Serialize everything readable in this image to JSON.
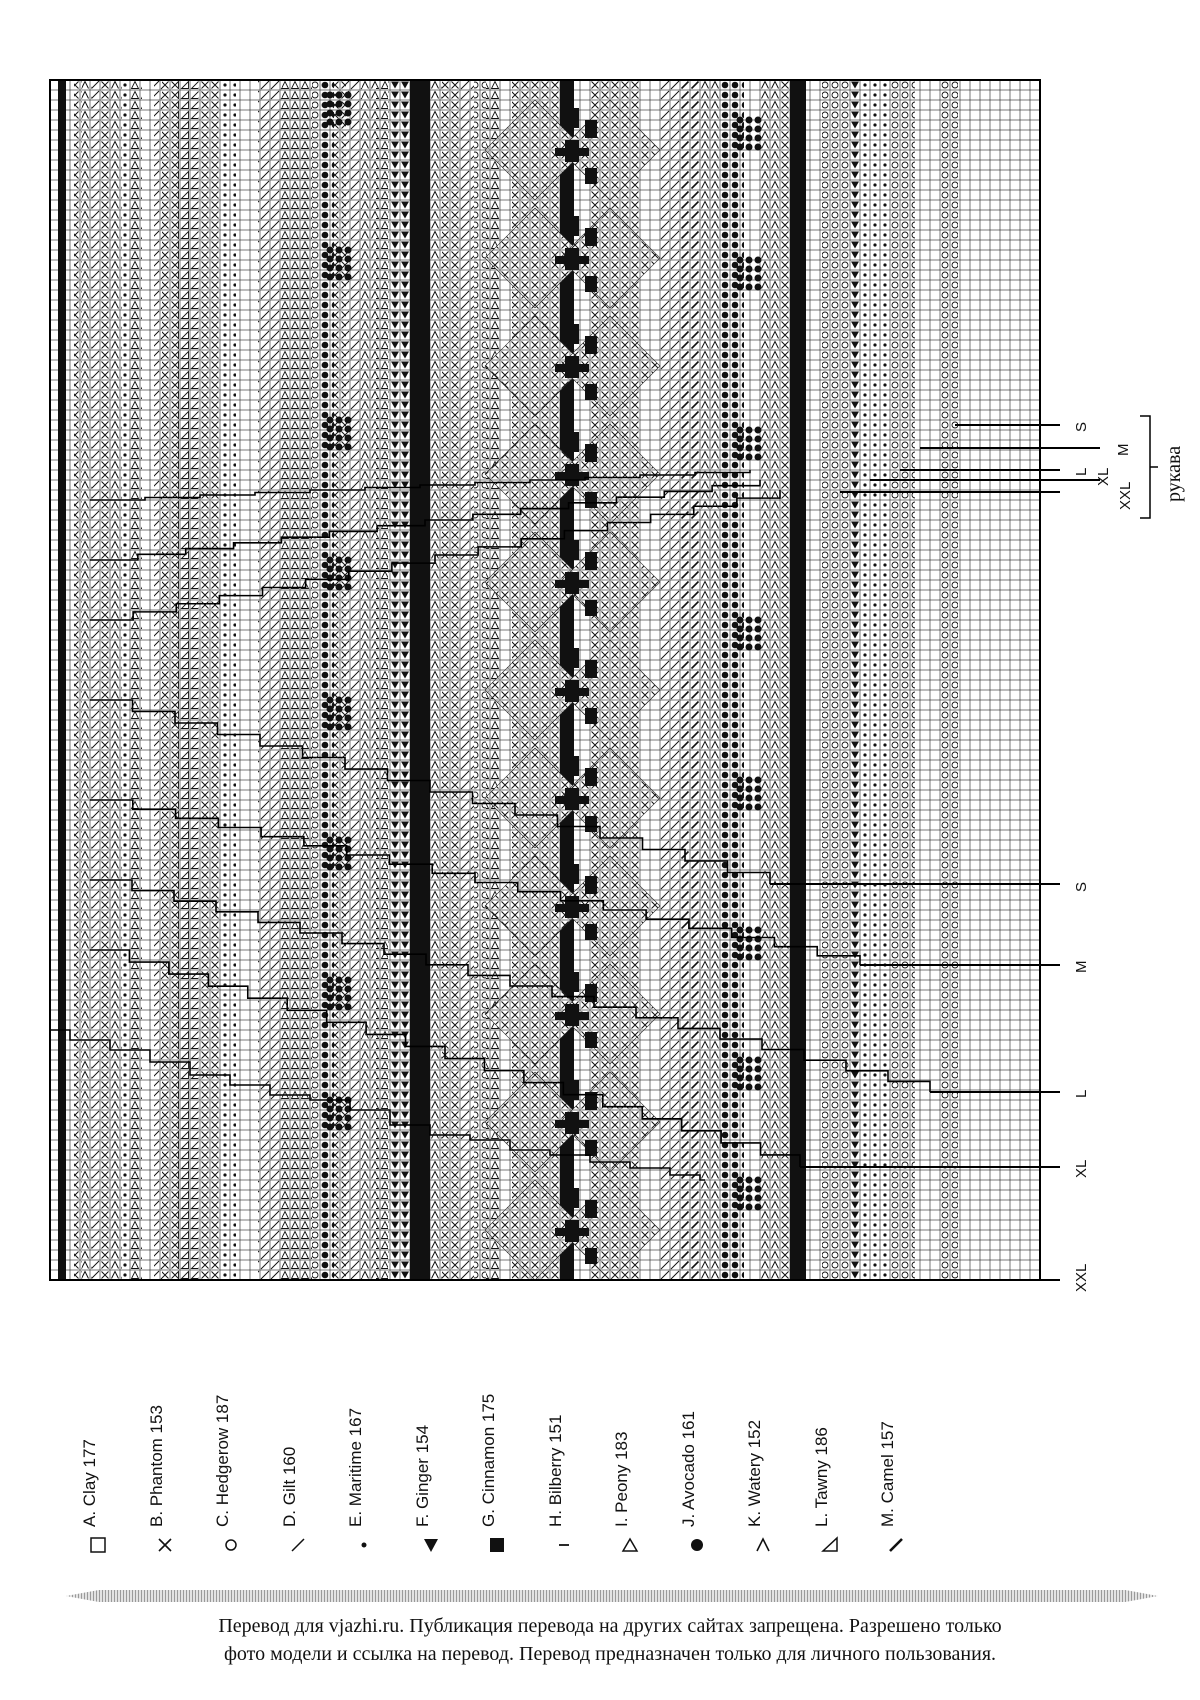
{
  "chart": {
    "rows": 72,
    "columns": 156,
    "size_markers": [
      "S",
      "M",
      "L",
      "XL",
      "XXL"
    ],
    "sleeve_markers": [
      "S",
      "M",
      "L",
      "XL",
      "XXL"
    ],
    "sleeve_label": "рукава"
  },
  "legend": [
    {
      "symbol": "square-outline",
      "label": "A. Clay 177"
    },
    {
      "symbol": "cross",
      "label": "B. Phantom 153"
    },
    {
      "symbol": "circle-outline",
      "label": "C. Hedgerow 187"
    },
    {
      "symbol": "slash",
      "label": "D. Gilt 160"
    },
    {
      "symbol": "dot",
      "label": "E. Maritime 167"
    },
    {
      "symbol": "triangle-filled",
      "label": "F. Ginger 154"
    },
    {
      "symbol": "square-filled",
      "label": "G. Cinnamon 175"
    },
    {
      "symbol": "dash",
      "label": "H. Bilberry 151"
    },
    {
      "symbol": "triangle-outline",
      "label": "I. Peony 183"
    },
    {
      "symbol": "circle-filled",
      "label": "J. Avocado 161"
    },
    {
      "symbol": "chevron",
      "label": "K. Watery 152"
    },
    {
      "symbol": "corner-triangle",
      "label": "L. Tawny 186"
    },
    {
      "symbol": "slash-thick",
      "label": "M. Camel 157"
    }
  ],
  "footer": {
    "line1": "Перевод для vjazhi.ru. Публикация перевода на других сайтах запрещена. Разрешено только",
    "line2": "фото модели и ссылка на перевод.  Перевод предназначен только для личного пользования."
  }
}
